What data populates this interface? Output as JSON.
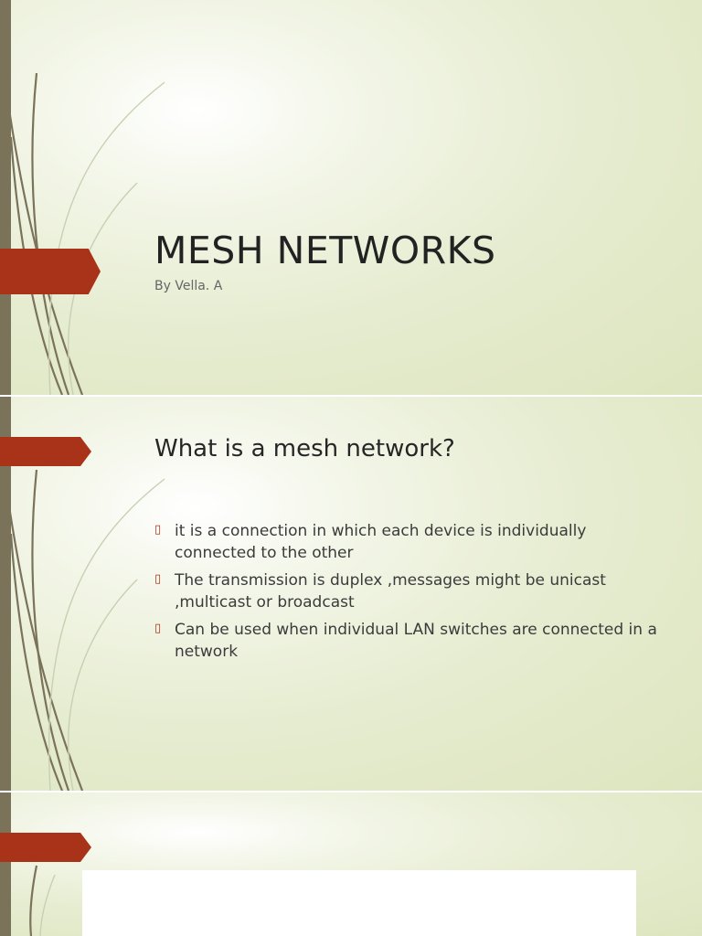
{
  "slide1": {
    "title": "MESH NETWORKS",
    "subtitle": "By Vella. A"
  },
  "slide2": {
    "title": "What is a mesh network?",
    "bullets": [
      "it is a connection in which each device is individually connected to the other",
      "The transmission is duplex ,messages might be unicast ,multicast or broadcast",
      "Can be used when individual LAN switches are connected in a network"
    ]
  },
  "bullet_icon": "hollow-triangle-bullet-icon",
  "colors": {
    "accent": "#a83318",
    "left_bar": "#7a735a",
    "background": "#dfe6c4",
    "swoosh": "#7a735a"
  }
}
